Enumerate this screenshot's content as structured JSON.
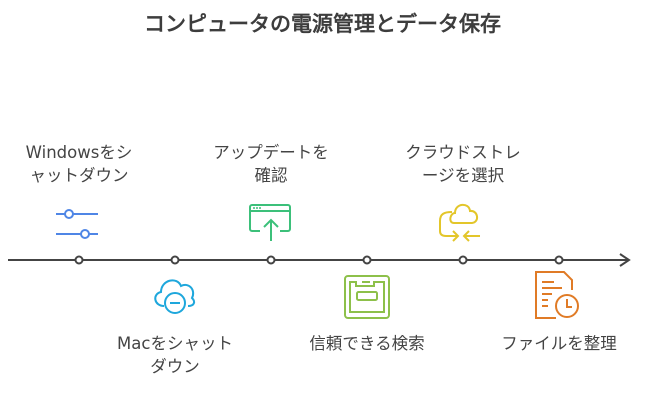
{
  "title": "コンピュータの電源管理とデータ保存",
  "steps": [
    {
      "line1": "Windowsをシ",
      "line2": "ャットダウン",
      "icon": "sliders-icon",
      "color": "#4f86e6",
      "position": "top"
    },
    {
      "line1": "Macをシャット",
      "line2": "ダウン",
      "icon": "cloud-minus-icon",
      "color": "#1ea7dc",
      "position": "bottom"
    },
    {
      "line1": "アップデートを",
      "line2": "確認",
      "icon": "browser-upload-icon",
      "color": "#3cc07a",
      "position": "top"
    },
    {
      "line1": "信頼できる検索",
      "line2": "",
      "icon": "storage-box-icon",
      "color": "#8dc04a",
      "position": "bottom"
    },
    {
      "line1": "クラウドストレ",
      "line2": "ージを選択",
      "icon": "cloud-sync-icon",
      "color": "#e3c62a",
      "position": "top"
    },
    {
      "line1": "ファイルを整理",
      "line2": "",
      "icon": "document-clock-icon",
      "color": "#e07b26",
      "position": "bottom"
    }
  ]
}
